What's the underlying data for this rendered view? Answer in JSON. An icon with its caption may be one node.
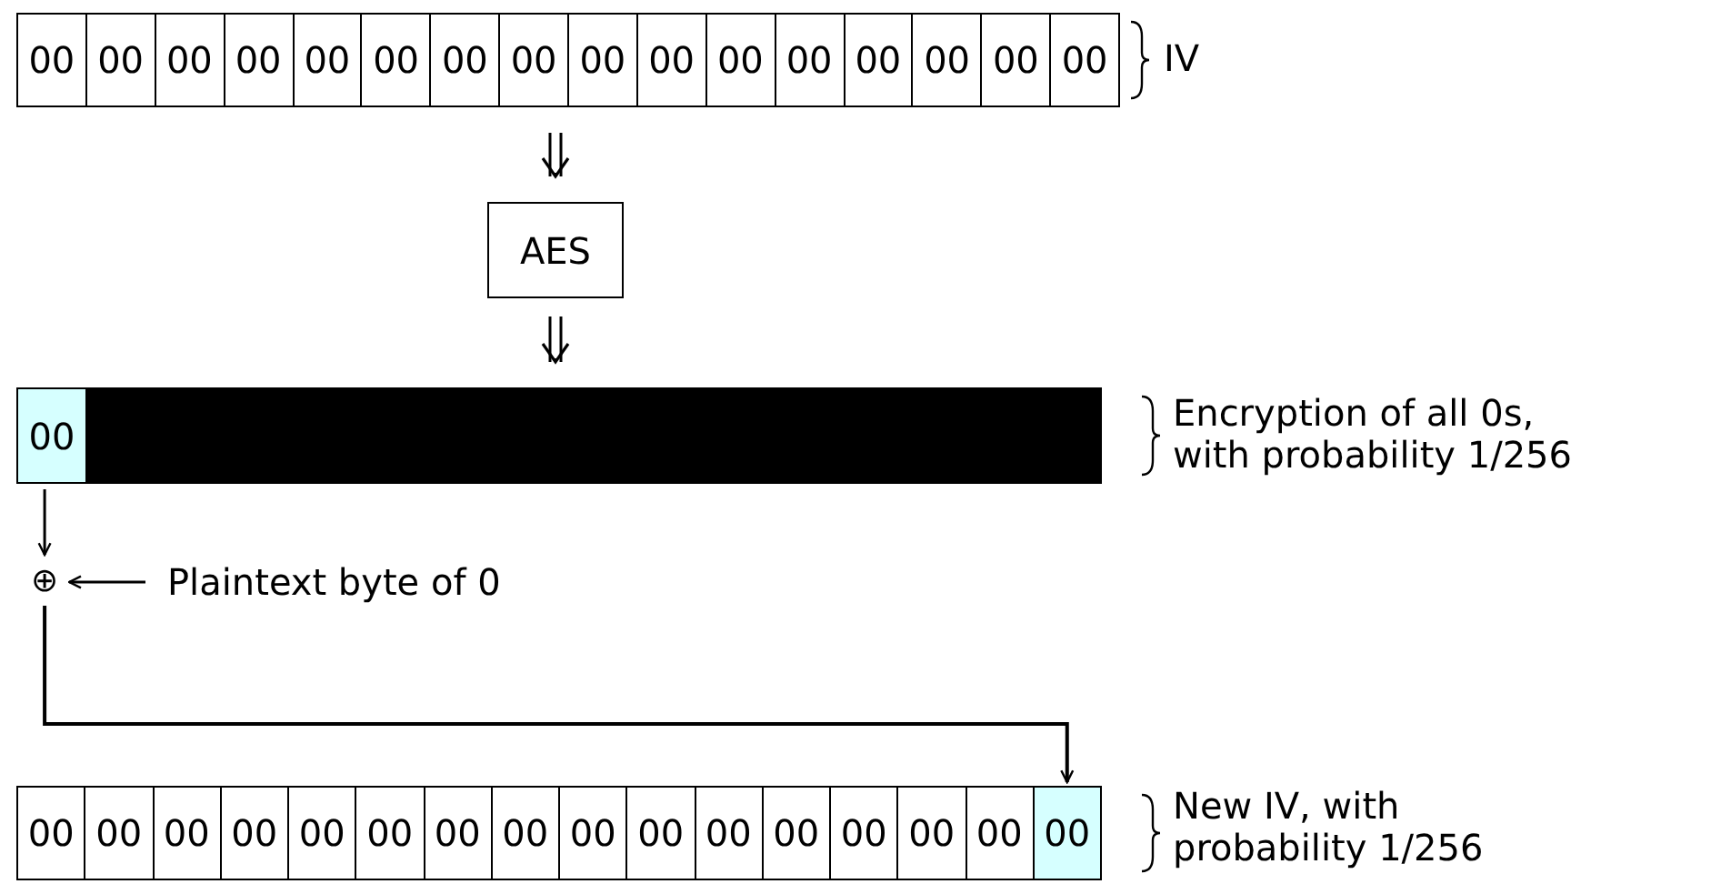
{
  "diagram": {
    "nodes": [
      {
        "text": [],
        "shape": "box",
        "beside": [
          "IV"
        ]
      },
      {
        "text": [
          "00"
        ],
        "in": 0
      },
      {
        "text": [
          "00"
        ],
        "in": 0
      },
      {
        "text": [
          "00"
        ],
        "in": 0
      },
      {
        "text": [
          "00"
        ],
        "in": 0
      },
      {
        "text": [
          "00"
        ],
        "in": 0
      },
      {
        "text": [
          "00"
        ],
        "in": 0
      },
      {
        "text": [
          "00"
        ],
        "in": 0
      },
      {
        "text": [
          "00"
        ],
        "in": 0
      },
      {
        "text": [
          "00"
        ],
        "in": 0
      },
      {
        "text": [
          "00"
        ],
        "in": 0
      },
      {
        "text": [
          "00"
        ],
        "in": 0
      },
      {
        "text": [
          "00"
        ],
        "in": 0
      },
      {
        "text": [
          "00"
        ],
        "in": 0
      },
      {
        "text": [
          "00"
        ],
        "in": 0
      },
      {
        "text": [
          "00"
        ],
        "in": 0
      },
      {
        "text": [
          "00"
        ],
        "in": 0
      },
      {
        "text": [
          "AES"
        ]
      },
      {
        "text": [],
        "shape": "bar",
        "beside": [
          "Encryption of all 0s, with probability 1/256"
        ]
      },
      {
        "text": [
          "00"
        ],
        "in": 18
      },
      {
        "text": [
          "⊕"
        ]
      },
      {
        "text": [
          "Plaintext byte of 0"
        ]
      },
      {
        "text": [],
        "shape": "box",
        "beside": [
          "New IV, with probability 1/256"
        ]
      },
      {
        "text": [
          "00"
        ],
        "in": 22
      },
      {
        "text": [
          "00"
        ],
        "in": 22
      },
      {
        "text": [
          "00"
        ],
        "in": 22
      },
      {
        "text": [
          "00"
        ],
        "in": 22
      },
      {
        "text": [
          "00"
        ],
        "in": 22
      },
      {
        "text": [
          "00"
        ],
        "in": 22
      },
      {
        "text": [
          "00"
        ],
        "in": 22
      },
      {
        "text": [
          "00"
        ],
        "in": 22
      },
      {
        "text": [
          "00"
        ],
        "in": 22
      },
      {
        "text": [
          "00"
        ],
        "in": 22
      },
      {
        "text": [
          "00"
        ],
        "in": 22
      },
      {
        "text": [
          "00"
        ],
        "in": 22
      },
      {
        "text": [
          "00"
        ],
        "in": 22
      },
      {
        "text": [
          "00"
        ],
        "in": 22
      },
      {
        "text": [
          "00"
        ],
        "in": 22
      },
      {
        "text": [
          "00"
        ],
        "in": 22
      }
    ],
    "edges": [
      {
        "from": 0,
        "to": 17,
        "arrow": "to"
      },
      {
        "from": 17,
        "to": 18,
        "arrow": "to"
      },
      {
        "from": 19,
        "to": 20,
        "arrow": "to"
      },
      {
        "from": 21,
        "to": 20,
        "arrow": "to"
      },
      {
        "from": 20,
        "to": 38,
        "arrow": "to"
      }
    ]
  }
}
